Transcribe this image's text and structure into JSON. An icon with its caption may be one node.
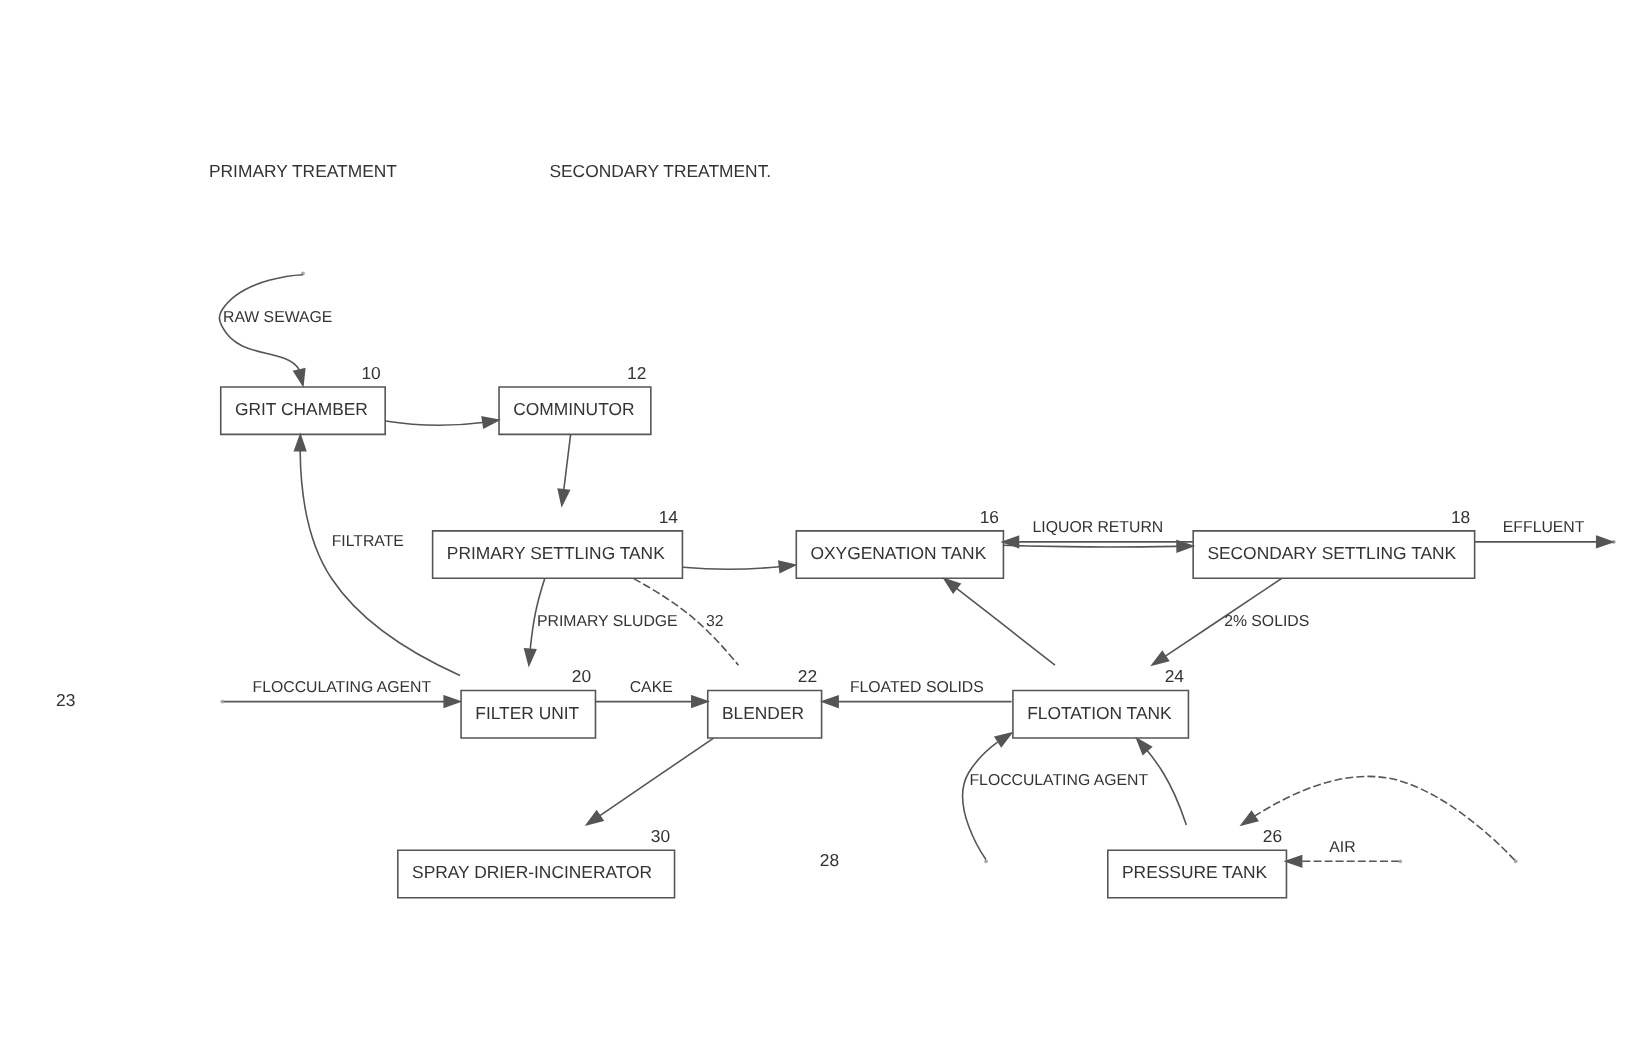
{
  "diagram": {
    "nodes": [
      {
        "text": [
          "GRIT CHAMBER"
        ],
        "beside": [
          "10"
        ]
      },
      {
        "text": [
          "COMMINUTOR"
        ],
        "beside": [
          "12"
        ]
      },
      {
        "text": [
          "PRIMARY SETTLING TANK"
        ],
        "beside": [
          "14"
        ]
      },
      {
        "text": [
          "OXYGENATION TANK"
        ],
        "beside": [
          "16"
        ]
      },
      {
        "text": [
          "SECONDARY SETTLING TANK"
        ],
        "beside": [
          "18"
        ]
      },
      {
        "text": [
          "FILTER UNIT"
        ],
        "beside": [
          "20"
        ]
      },
      {
        "text": [
          "BLENDER"
        ],
        "beside": [
          "22"
        ]
      },
      {
        "text": [
          "FLOTATION TANK"
        ],
        "beside": [
          "24"
        ]
      },
      {
        "text": [
          "SPRAY DRIER-INCINERATOR"
        ],
        "beside": [
          "30"
        ]
      },
      {
        "text": [
          "PRESSURE TANK"
        ],
        "beside": [
          "26"
        ]
      }
    ],
    "edges": [
      {
        "from": null,
        "to": 0,
        "arrow": "to",
        "label": "RAW SEWAGE"
      },
      {
        "from": 0,
        "to": 1,
        "arrow": "to"
      },
      {
        "from": 1,
        "to": 2,
        "arrow": "to"
      },
      {
        "from": 2,
        "to": 3,
        "arrow": "to"
      },
      {
        "from": 3,
        "to": 4,
        "arrow": "to"
      },
      {
        "from": 4,
        "to": null,
        "arrow": "to",
        "label": "EFFLUENT"
      },
      {
        "from": 4,
        "to": 3,
        "arrow": "to",
        "label": "LIQUOR RETURN"
      },
      {
        "from": 4,
        "to": 7,
        "arrow": "to",
        "label": "2% SOLIDS"
      },
      {
        "from": 7,
        "to": 3,
        "arrow": "to"
      },
      {
        "from": 2,
        "to": 5,
        "arrow": "to",
        "label": "PRIMARY SLUDGE"
      },
      {
        "from": null,
        "to": 5,
        "arrow": "to",
        "label": "FLOCCULATING AGENT"
      },
      {
        "from": 5,
        "to": 0,
        "arrow": "to",
        "label": "FILTRATE"
      },
      {
        "from": 5,
        "to": 6,
        "arrow": "to",
        "label": "CAKE"
      },
      {
        "from": 2,
        "to": 6,
        "arrow": "none",
        "style": "dashed",
        "label": "32"
      },
      {
        "from": 7,
        "to": 6,
        "arrow": "to",
        "label": "FLOATED SOLIDS"
      },
      {
        "from": 6,
        "to": 8,
        "arrow": "to"
      },
      {
        "from": null,
        "to": 7,
        "arrow": "to",
        "label": "FLOCCULATING AGENT"
      },
      {
        "from": 9,
        "to": 7,
        "arrow": "to"
      },
      {
        "from": null,
        "to": 9,
        "arrow": "to",
        "style": "dashed"
      },
      {
        "from": null,
        "to": 9,
        "arrow": "to",
        "style": "dashed",
        "label": "AIR"
      }
    ],
    "labels": [
      "PRIMARY TREATMENT",
      "SECONDARY TREATMENT.",
      "23",
      "28"
    ]
  }
}
